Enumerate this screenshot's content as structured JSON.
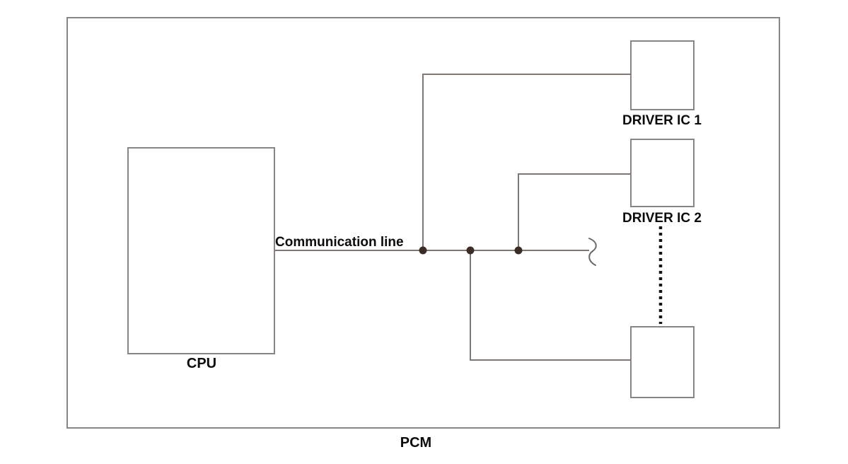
{
  "diagram": {
    "title": "PCM communication line block diagram",
    "outer_enclosure": {
      "name": "PCM",
      "label": "PCM"
    },
    "blocks": [
      {
        "id": "cpu",
        "label": "CPU",
        "label_position": "below"
      },
      {
        "id": "driver-ic-1",
        "label": "DRIVER IC 1",
        "label_position": "below"
      },
      {
        "id": "driver-ic-2",
        "label": "DRIVER IC 2",
        "label_position": "below"
      },
      {
        "id": "driver-ic-n",
        "label": "",
        "label_position": "none"
      }
    ],
    "connections": [
      {
        "id": "bus",
        "label": "Communication line",
        "from": "cpu",
        "to": "bus-break"
      },
      {
        "id": "bus-to-driver-1",
        "label": "",
        "from": "bus",
        "to": "driver-ic-1"
      },
      {
        "id": "bus-to-driver-2",
        "label": "",
        "from": "bus",
        "to": "driver-ic-2"
      },
      {
        "id": "bus-to-driver-n",
        "label": "",
        "from": "bus",
        "to": "driver-ic-n"
      }
    ],
    "junction_count": 3,
    "continuation_marker": "dotted-vertical-ellipsis",
    "break_marker": "s-curve-break",
    "colors": {
      "line": "#7d7874",
      "block_border": "#8a8585",
      "junction_dot": "#3a2d28",
      "text": "#0b0b0b",
      "background": "#ffffff"
    }
  }
}
